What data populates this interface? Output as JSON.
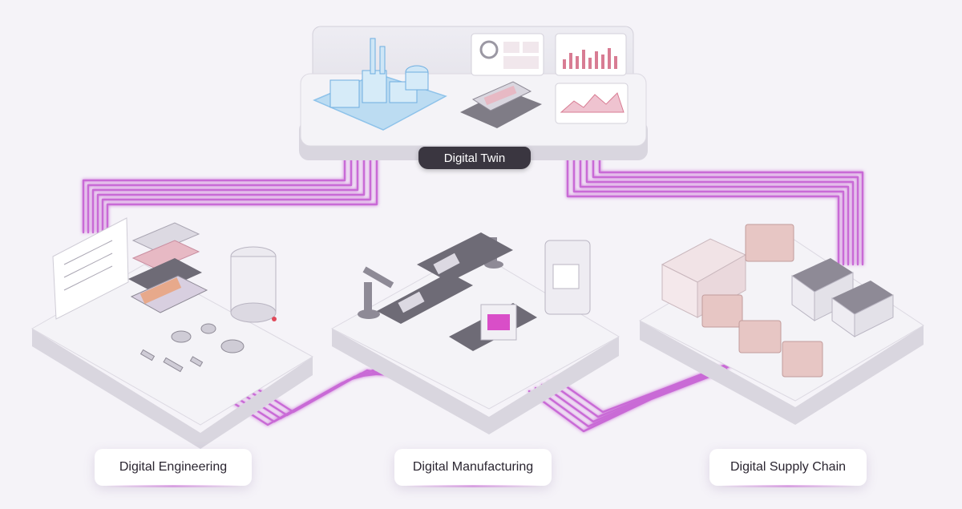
{
  "hub": {
    "label": "Digital Twin"
  },
  "stations": [
    {
      "label": "Digital Engineering"
    },
    {
      "label": "Digital Manufacturing"
    },
    {
      "label": "Digital Supply Chain"
    }
  ],
  "colors": {
    "connector": "#c96bd6",
    "platform_top": "#f4f3f7",
    "platform_side": "#d9d6df",
    "accent_pink": "#e7b9c4",
    "twin_blue": "#8fc3ea",
    "tag_bg": "#3a3640"
  },
  "icons": [
    "factory-icon",
    "battery-pack-icon",
    "dashboard-icon",
    "robot-arm-icon",
    "conveyor-icon",
    "shipping-container-icon",
    "warehouse-icon",
    "pallet-boxes-icon"
  ]
}
